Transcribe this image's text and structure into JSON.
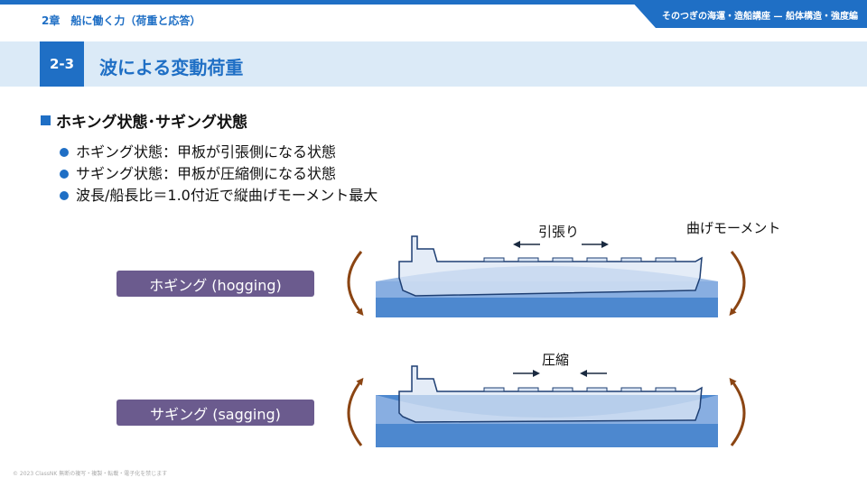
{
  "header": {
    "chapter": "2章　船に働く力（荷重と応答）",
    "series": "そのつぎの海運・造船講座 — 船体構造・強度編"
  },
  "section": {
    "number": "2-3",
    "title": "波による変動荷重"
  },
  "content": {
    "heading": "ホキング状態･サギング状態",
    "bullets": [
      "ホギング状態：甲板が引張側になる状態",
      "サギング状態：甲板が圧縮側になる状態",
      "波長/船長比＝1.0付近で縦曲げモーメント最大"
    ]
  },
  "figure": {
    "hogging_label": "ホギング (hogging)",
    "sagging_label": "サギング (sagging)",
    "tension_label": "引張り",
    "compression_label": "圧縮",
    "moment_label": "曲げモーメント",
    "colors": {
      "deep_water": "#4d88cf",
      "wave": "#8fb3e2",
      "hull": "#dbe6f4",
      "hull_line": "#1e3f73",
      "arrow": "#8b4513",
      "label_bg": "#6b5b8e"
    }
  },
  "footer": {
    "copyright": "© 2023 ClassNK 無断の複写・複製・転載・電子化を禁じます"
  }
}
